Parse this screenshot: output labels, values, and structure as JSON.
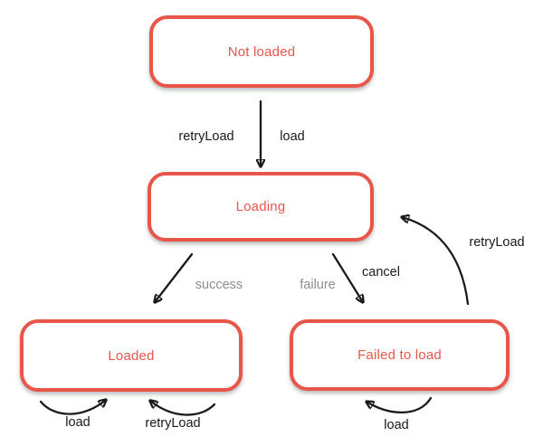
{
  "diagram": {
    "states": {
      "not_loaded": "Not loaded",
      "loading": "Loading",
      "loaded": "Loaded",
      "failed": "Failed to load"
    },
    "transitions": {
      "retry_load_top": "retryLoad",
      "load_top": "load",
      "success": "success",
      "failure": "failure",
      "cancel": "cancel",
      "retry_load_right": "retryLoad",
      "load_loaded_loop": "load",
      "retry_load_loaded_loop": "retryLoad",
      "load_failed_loop": "load"
    },
    "colors": {
      "state_border": "#e8564a",
      "state_text": "#e8564a",
      "arrow": "#1a1a1a",
      "label": "#1a1a1a",
      "muted_label": "#8d8d8d",
      "background": "#ffffff"
    }
  }
}
